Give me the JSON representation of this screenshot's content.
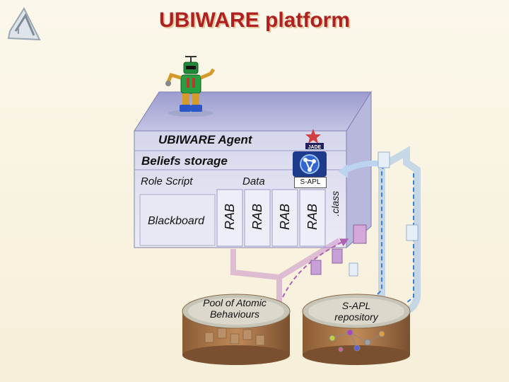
{
  "title": "UBIWARE platform",
  "agent": {
    "name": "UBIWARE Agent",
    "beliefs": "Beliefs storage",
    "role_script": "Role Script",
    "data": "Data",
    "sapl_badge": "S-APL",
    "blackboard": "Blackboard",
    "rab_labels": [
      "RAB",
      "RAB",
      "RAB",
      "RAB"
    ],
    "class_label": ".class"
  },
  "databases": {
    "pool": "Pool of Atomic Behaviours",
    "repository": "S-APL repository"
  },
  "colors": {
    "title": "#b02020",
    "box_top": "#a8a8d8",
    "box_face": "#cfcfe8",
    "barrel": "#a8784a",
    "arrow_purple": "#c97fc9",
    "arrow_blue": "#3a7fd8"
  },
  "icons": [
    "logo-icon",
    "robot-agent-icon",
    "jade-icon",
    "network-icon"
  ]
}
